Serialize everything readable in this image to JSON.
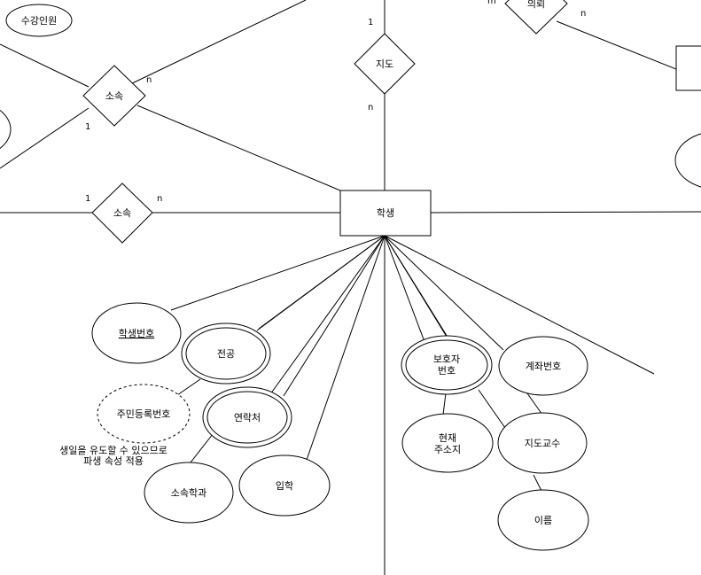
{
  "entities": {
    "student": "학생"
  },
  "relationships": {
    "belongs_top": "소속",
    "belongs_mid": "소속",
    "guidance": "지도",
    "request": "의뢰"
  },
  "attributes": {
    "enrollment_count": "수강인원",
    "student_id": "학생번호",
    "major": "전공",
    "resident_number": "주민등록번호",
    "contact": "연락처",
    "department": "소속학과",
    "admission": "입학",
    "guardian_line1": "보호자",
    "guardian_line2": "번호",
    "account_number": "계좌번호",
    "current_address_line1": "현재",
    "current_address_line2": "주소지",
    "advisor": "지도교수",
    "name": "이름"
  },
  "cardinalities": {
    "belongs_top_n": "n",
    "belongs_top_1": "1",
    "belongs_mid_1": "1",
    "belongs_mid_n": "n",
    "guidance_1": "1",
    "guidance_n": "n",
    "request_m": "m",
    "request_n": "n"
  },
  "notes": {
    "derived_line1": "생일을 유도할 수 있으므로",
    "derived_line2": "파생 속성 적용"
  }
}
